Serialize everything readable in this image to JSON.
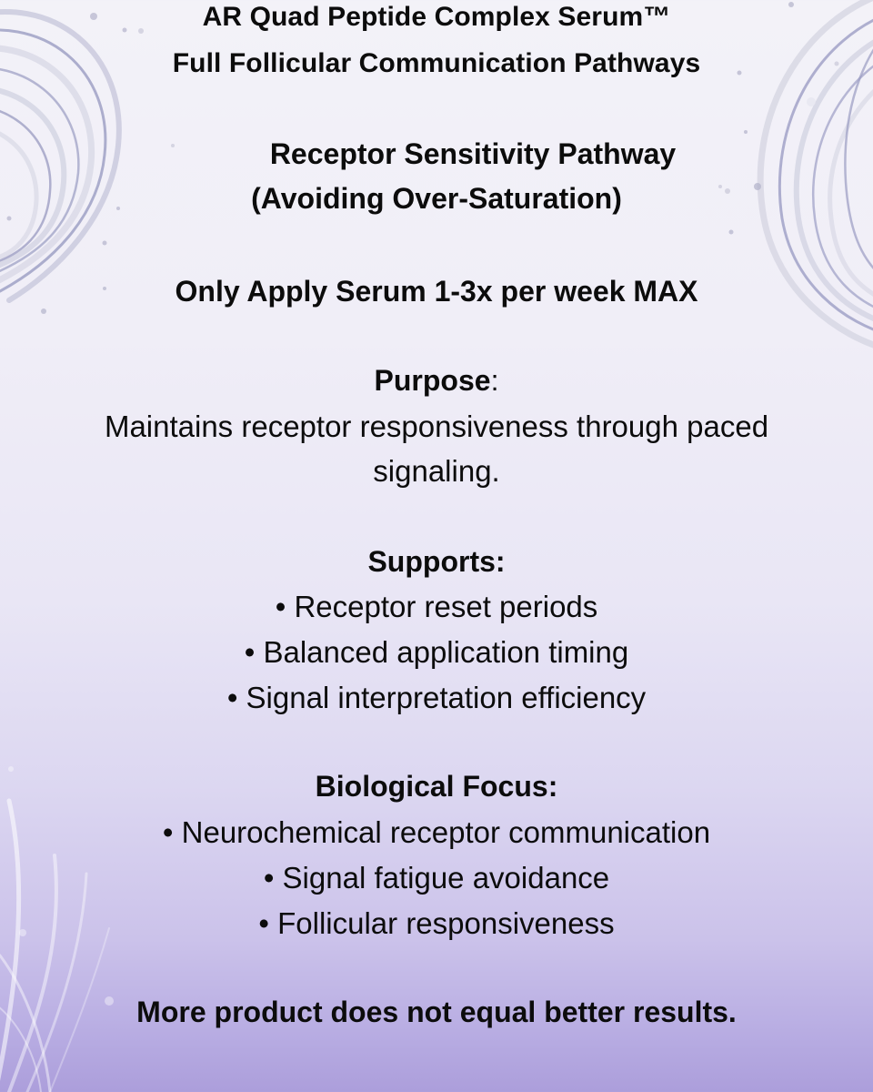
{
  "title": {
    "line1": "AR Quad Peptide Complex Serum™",
    "line2": "Full Follicular Communication Pathways"
  },
  "pathway": {
    "name": "Receptor Sensitivity Pathway",
    "subtitle": "(Avoiding Over-Saturation)"
  },
  "usage_note": "Only Apply Serum 1-3x per week MAX",
  "purpose": {
    "heading": "Purpose",
    "colon": ":",
    "text_line1": "Maintains receptor responsiveness through paced",
    "text_line2": "signaling."
  },
  "supports": {
    "heading": "Supports:",
    "items": [
      "• Receptor reset periods",
      "• Balanced application timing",
      "• Signal interpretation efficiency"
    ]
  },
  "biological_focus": {
    "heading": "Biological Focus:",
    "items": [
      "• Neurochemical receptor communication",
      "• Signal fatigue avoidance",
      "• Follicular responsiveness"
    ]
  },
  "closing_statement": "More product does not equal better results.",
  "colors": {
    "background_top": "#f3f2f8",
    "background_bottom": "#ac9edb",
    "text": "#0c0c0c",
    "swirl": "#9c9cc4"
  }
}
